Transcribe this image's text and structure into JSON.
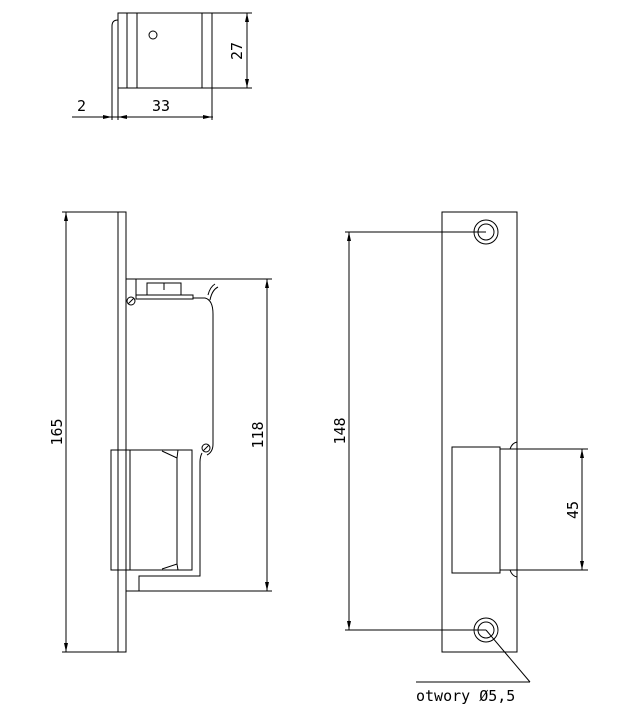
{
  "drawing": {
    "top_view": {
      "dim_height": "27",
      "dim_plate": "2",
      "dim_depth": "33"
    },
    "side_view": {
      "dim_total": "165",
      "dim_body": "118"
    },
    "front_view": {
      "dim_holes": "148",
      "dim_latch": "45",
      "note": "otwory Ø5,5"
    },
    "colors": {
      "line": "#000000",
      "background": "#ffffff"
    }
  }
}
